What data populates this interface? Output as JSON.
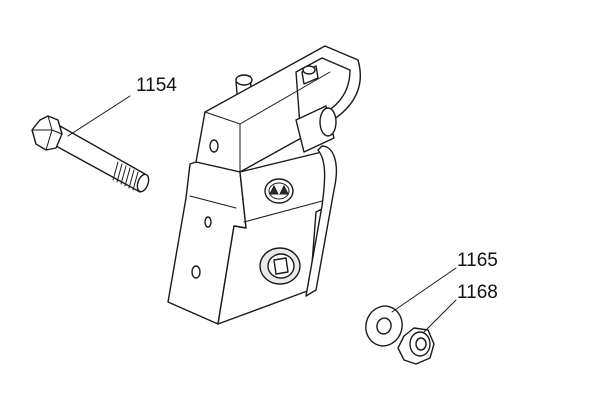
{
  "diagram": {
    "callouts": [
      {
        "id": "bolt",
        "number": "1154"
      },
      {
        "id": "washer",
        "number": "1165"
      },
      {
        "id": "nut",
        "number": "1168"
      }
    ]
  },
  "colors": {
    "line": "#1a1a1a",
    "background": "#ffffff",
    "shade": "#e9e9e9"
  }
}
